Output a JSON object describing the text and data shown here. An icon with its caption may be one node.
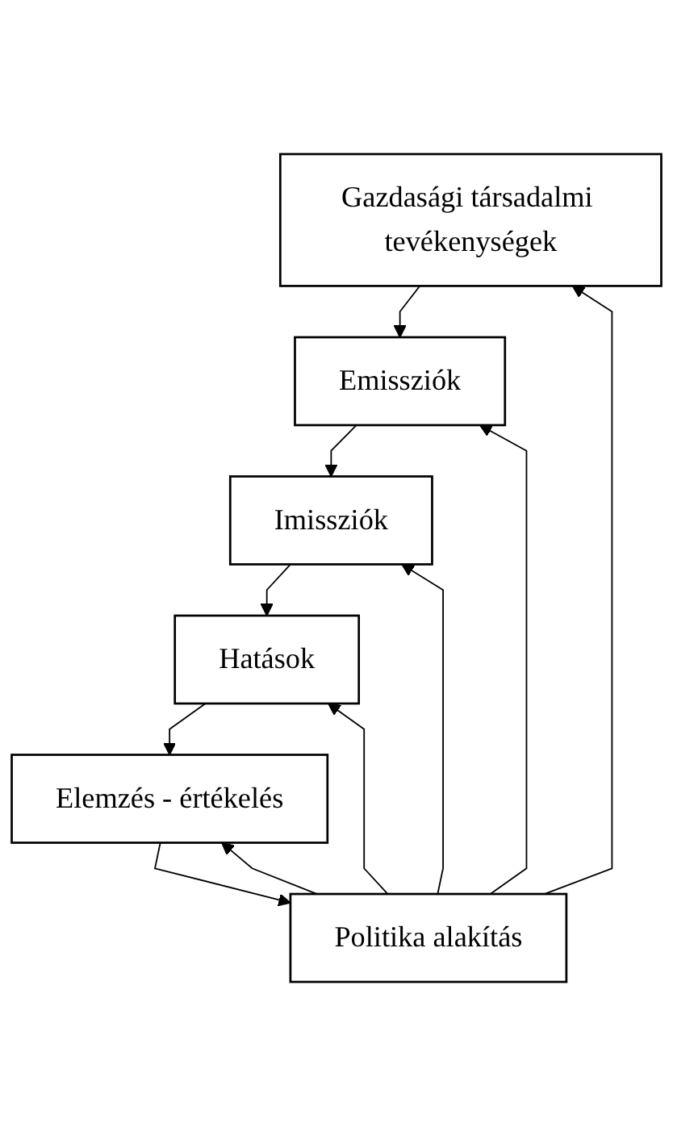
{
  "diagram": {
    "nodes": [
      {
        "text": [
          "Gazdasági társadalmi tevékenységek"
        ]
      },
      {
        "text": [
          "Emissziók"
        ]
      },
      {
        "text": [
          "Imissziók"
        ]
      },
      {
        "text": [
          "Hatások"
        ]
      },
      {
        "text": [
          "Elemzés - értékelés"
        ]
      },
      {
        "text": [
          "Politika alakítás"
        ]
      }
    ],
    "edges": [
      {
        "from": 0,
        "to": 1,
        "arrow": "to"
      },
      {
        "from": 1,
        "to": 2,
        "arrow": "to"
      },
      {
        "from": 2,
        "to": 3,
        "arrow": "to"
      },
      {
        "from": 3,
        "to": 4,
        "arrow": "to"
      },
      {
        "from": 4,
        "to": 5,
        "arrow": "to"
      },
      {
        "from": 5,
        "to": 0,
        "arrow": "to"
      },
      {
        "from": 5,
        "to": 1,
        "arrow": "to"
      },
      {
        "from": 5,
        "to": 2,
        "arrow": "to"
      },
      {
        "from": 5,
        "to": 3,
        "arrow": "to"
      },
      {
        "from": 5,
        "to": 4,
        "arrow": "to"
      }
    ]
  }
}
